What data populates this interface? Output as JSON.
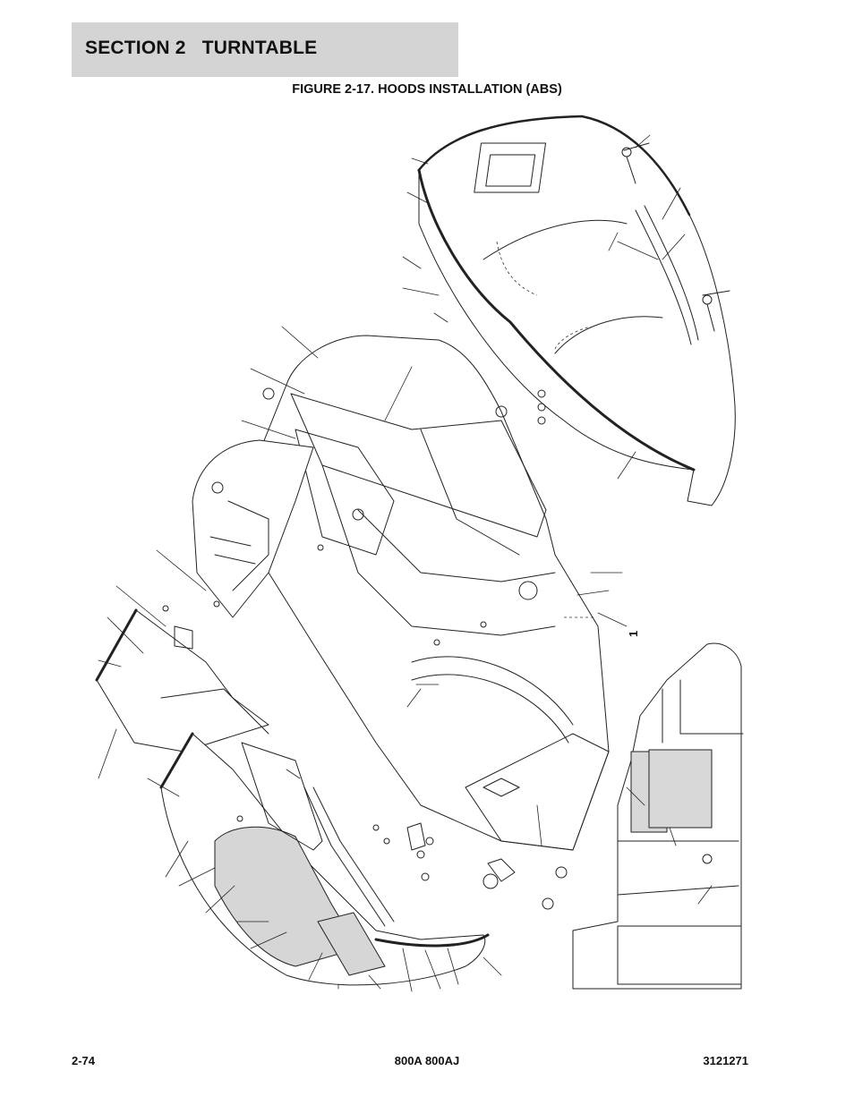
{
  "header": {
    "section_label": "SECTION 2   TURNTABLE"
  },
  "figure": {
    "title": "FIGURE 2-17. HOODS INSTALLATION (ABS)",
    "callout": "1"
  },
  "footer": {
    "page_number": "2-74",
    "model": "800A 800AJ",
    "part_number": "3121271"
  }
}
